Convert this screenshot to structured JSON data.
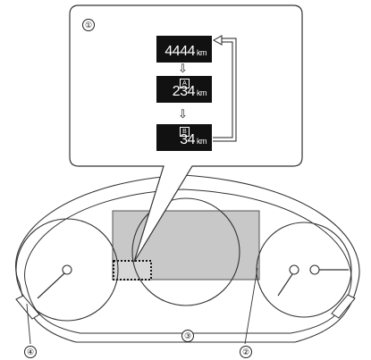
{
  "callouts": {
    "c1": "①",
    "c2": "②",
    "c3": "③",
    "c4": "④"
  },
  "odometer": {
    "value": "4444",
    "unit": "km"
  },
  "trip_a": {
    "letter": "A",
    "value": "234",
    "unit": "km"
  },
  "trip_b": {
    "letter": "B",
    "value": "34",
    "unit": "km"
  },
  "arrows": {
    "down": "⇩"
  }
}
